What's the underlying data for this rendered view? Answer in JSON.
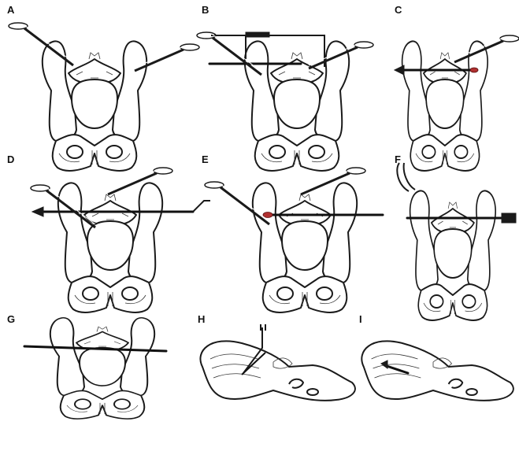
{
  "panels": [
    {
      "id": "A",
      "label": "A"
    },
    {
      "id": "B",
      "label": "B"
    },
    {
      "id": "C",
      "label": "C"
    },
    {
      "id": "D",
      "label": "D"
    },
    {
      "id": "E",
      "label": "E"
    },
    {
      "id": "F",
      "label": "F"
    },
    {
      "id": "G",
      "label": "G"
    },
    {
      "id": "H",
      "label": "H"
    },
    {
      "id": "I",
      "label": "I"
    }
  ],
  "colors": {
    "line": "#1a1a1a",
    "marker": "#b03030",
    "background": "#ffffff"
  }
}
